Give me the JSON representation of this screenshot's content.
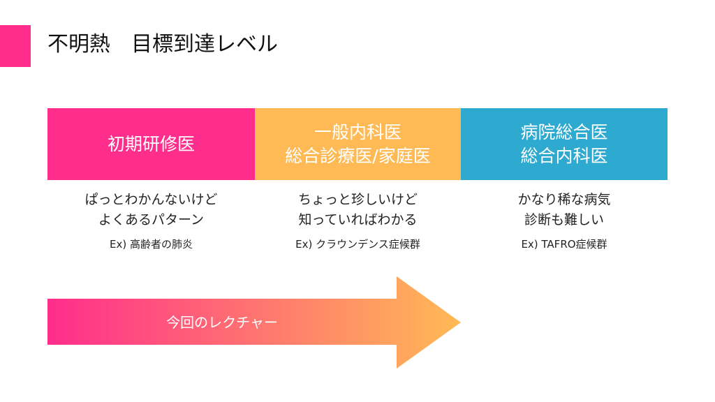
{
  "title": "不明熱　目標到達レベル",
  "colors": {
    "pink": "#ff2d8c",
    "orange": "#ffba55",
    "blue": "#2ea9d0"
  },
  "levels": [
    {
      "heading": [
        "初期研修医"
      ],
      "desc": [
        "ぱっとわかんないけど",
        "よくあるパターン"
      ],
      "example": "Ex) 高齢者の肺炎"
    },
    {
      "heading": [
        "一般内科医",
        "総合診療医/家庭医"
      ],
      "desc": [
        "ちょっと珍しいけど",
        "知っていればわかる"
      ],
      "example": "Ex) クラウンデンス症候群"
    },
    {
      "heading": [
        "病院総合医",
        "総合内科医"
      ],
      "desc": [
        "かなり稀な病気",
        "診断も難しい"
      ],
      "example": "Ex) TAFRO症候群"
    }
  ],
  "arrow_label": "今回のレクチャー"
}
